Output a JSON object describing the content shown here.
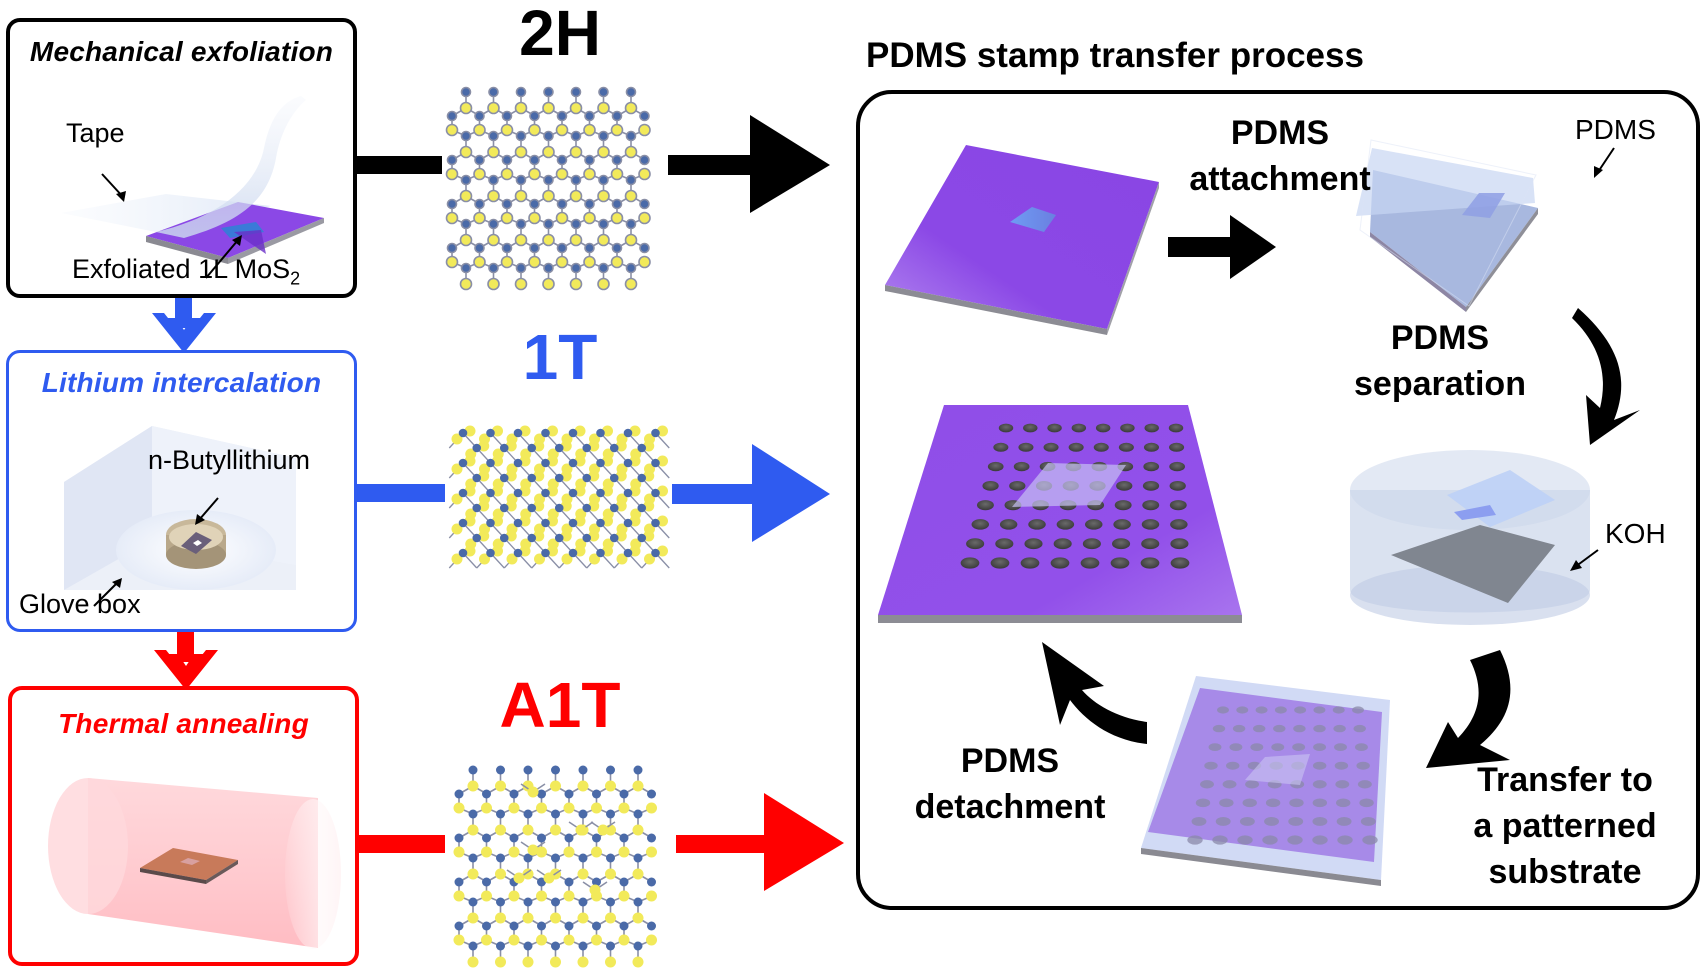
{
  "colors": {
    "black": "#000000",
    "blue": "#2f5bf0",
    "red": "#ff0000",
    "substrate_purple": "#8b48e6",
    "pdms_blue": "#a9bde0",
    "mo_atom": "#4a6aa8",
    "s_atom": "#f2ea5a"
  },
  "steps": [
    {
      "title": "Mechanical exfoliation",
      "color": "#000000",
      "labels": {
        "tape": "Tape",
        "sample_main": "Exfoliated 1L MoS",
        "sample_sub": "2"
      }
    },
    {
      "title": "Lithium intercalation",
      "color": "#2f5bf0",
      "labels": {
        "reagent": "n-Butyllithium",
        "enclosure": "Glove box"
      }
    },
    {
      "title": "Thermal annealing",
      "color": "#ff0000",
      "labels": {}
    }
  ],
  "phases": [
    {
      "name": "2H",
      "color": "#000000",
      "structure": "2H-MoS2 honeycomb lattice"
    },
    {
      "name": "1T",
      "color": "#2f5bf0",
      "structure": "1T-MoS2 octahedral lattice"
    },
    {
      "name": "A1T",
      "color": "#ff0000",
      "structure": "Annealed 1T (A1T) lattice with defects"
    }
  ],
  "transfer": {
    "title": "PDMS stamp transfer process",
    "steps": {
      "attachment": {
        "line1": "PDMS",
        "line2": "attachment"
      },
      "separation": {
        "line1": "PDMS",
        "line2": "separation"
      },
      "transfer": {
        "line1": "Transfer to",
        "line2": "a patterned",
        "line3": "substrate"
      },
      "detachment": {
        "line1": "PDMS",
        "line2": "detachment"
      }
    },
    "annotations": {
      "pdms": "PDMS",
      "koh": "KOH"
    }
  }
}
